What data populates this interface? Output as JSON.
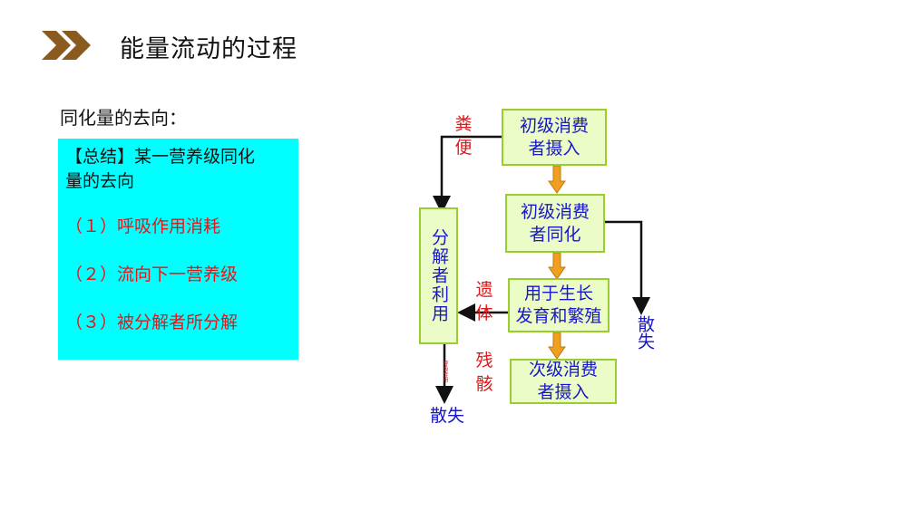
{
  "header": {
    "title": "能量流动的过程",
    "accent_color": "#8b5a1e"
  },
  "subtitle": "同化量的去向：",
  "summary": {
    "line1": "【总结】某一营养级同化",
    "line2": "量的去向",
    "item1": "（１）呼吸作用消耗",
    "item2": "（２）流向下一营养级",
    "item3": "（３）被分解者所分解",
    "bg_color": "#00ffff",
    "text_red": "#e0181a"
  },
  "diagram": {
    "node_primary_intake": [
      "初级消费",
      "者摄入"
    ],
    "node_primary_assim": [
      "初级消费",
      "者同化"
    ],
    "node_growth": [
      "用于生长",
      "发育和繁殖"
    ],
    "node_secondary_intake": [
      "次级消费",
      "者摄入"
    ],
    "node_decomposer": "分解者利用",
    "label_feces": [
      "粪",
      "便"
    ],
    "label_remains": [
      "遗",
      "体"
    ],
    "label_carcass": [
      "残",
      "骸"
    ],
    "label_loss_right": "散失",
    "label_loss_bottom": "散失",
    "label_respiration_small": "呼吸作用",
    "node_fill": "#ecfcc6",
    "node_border": "#9acd32",
    "node_text": "#1717cc",
    "arrow_orange": "#f0a020"
  }
}
